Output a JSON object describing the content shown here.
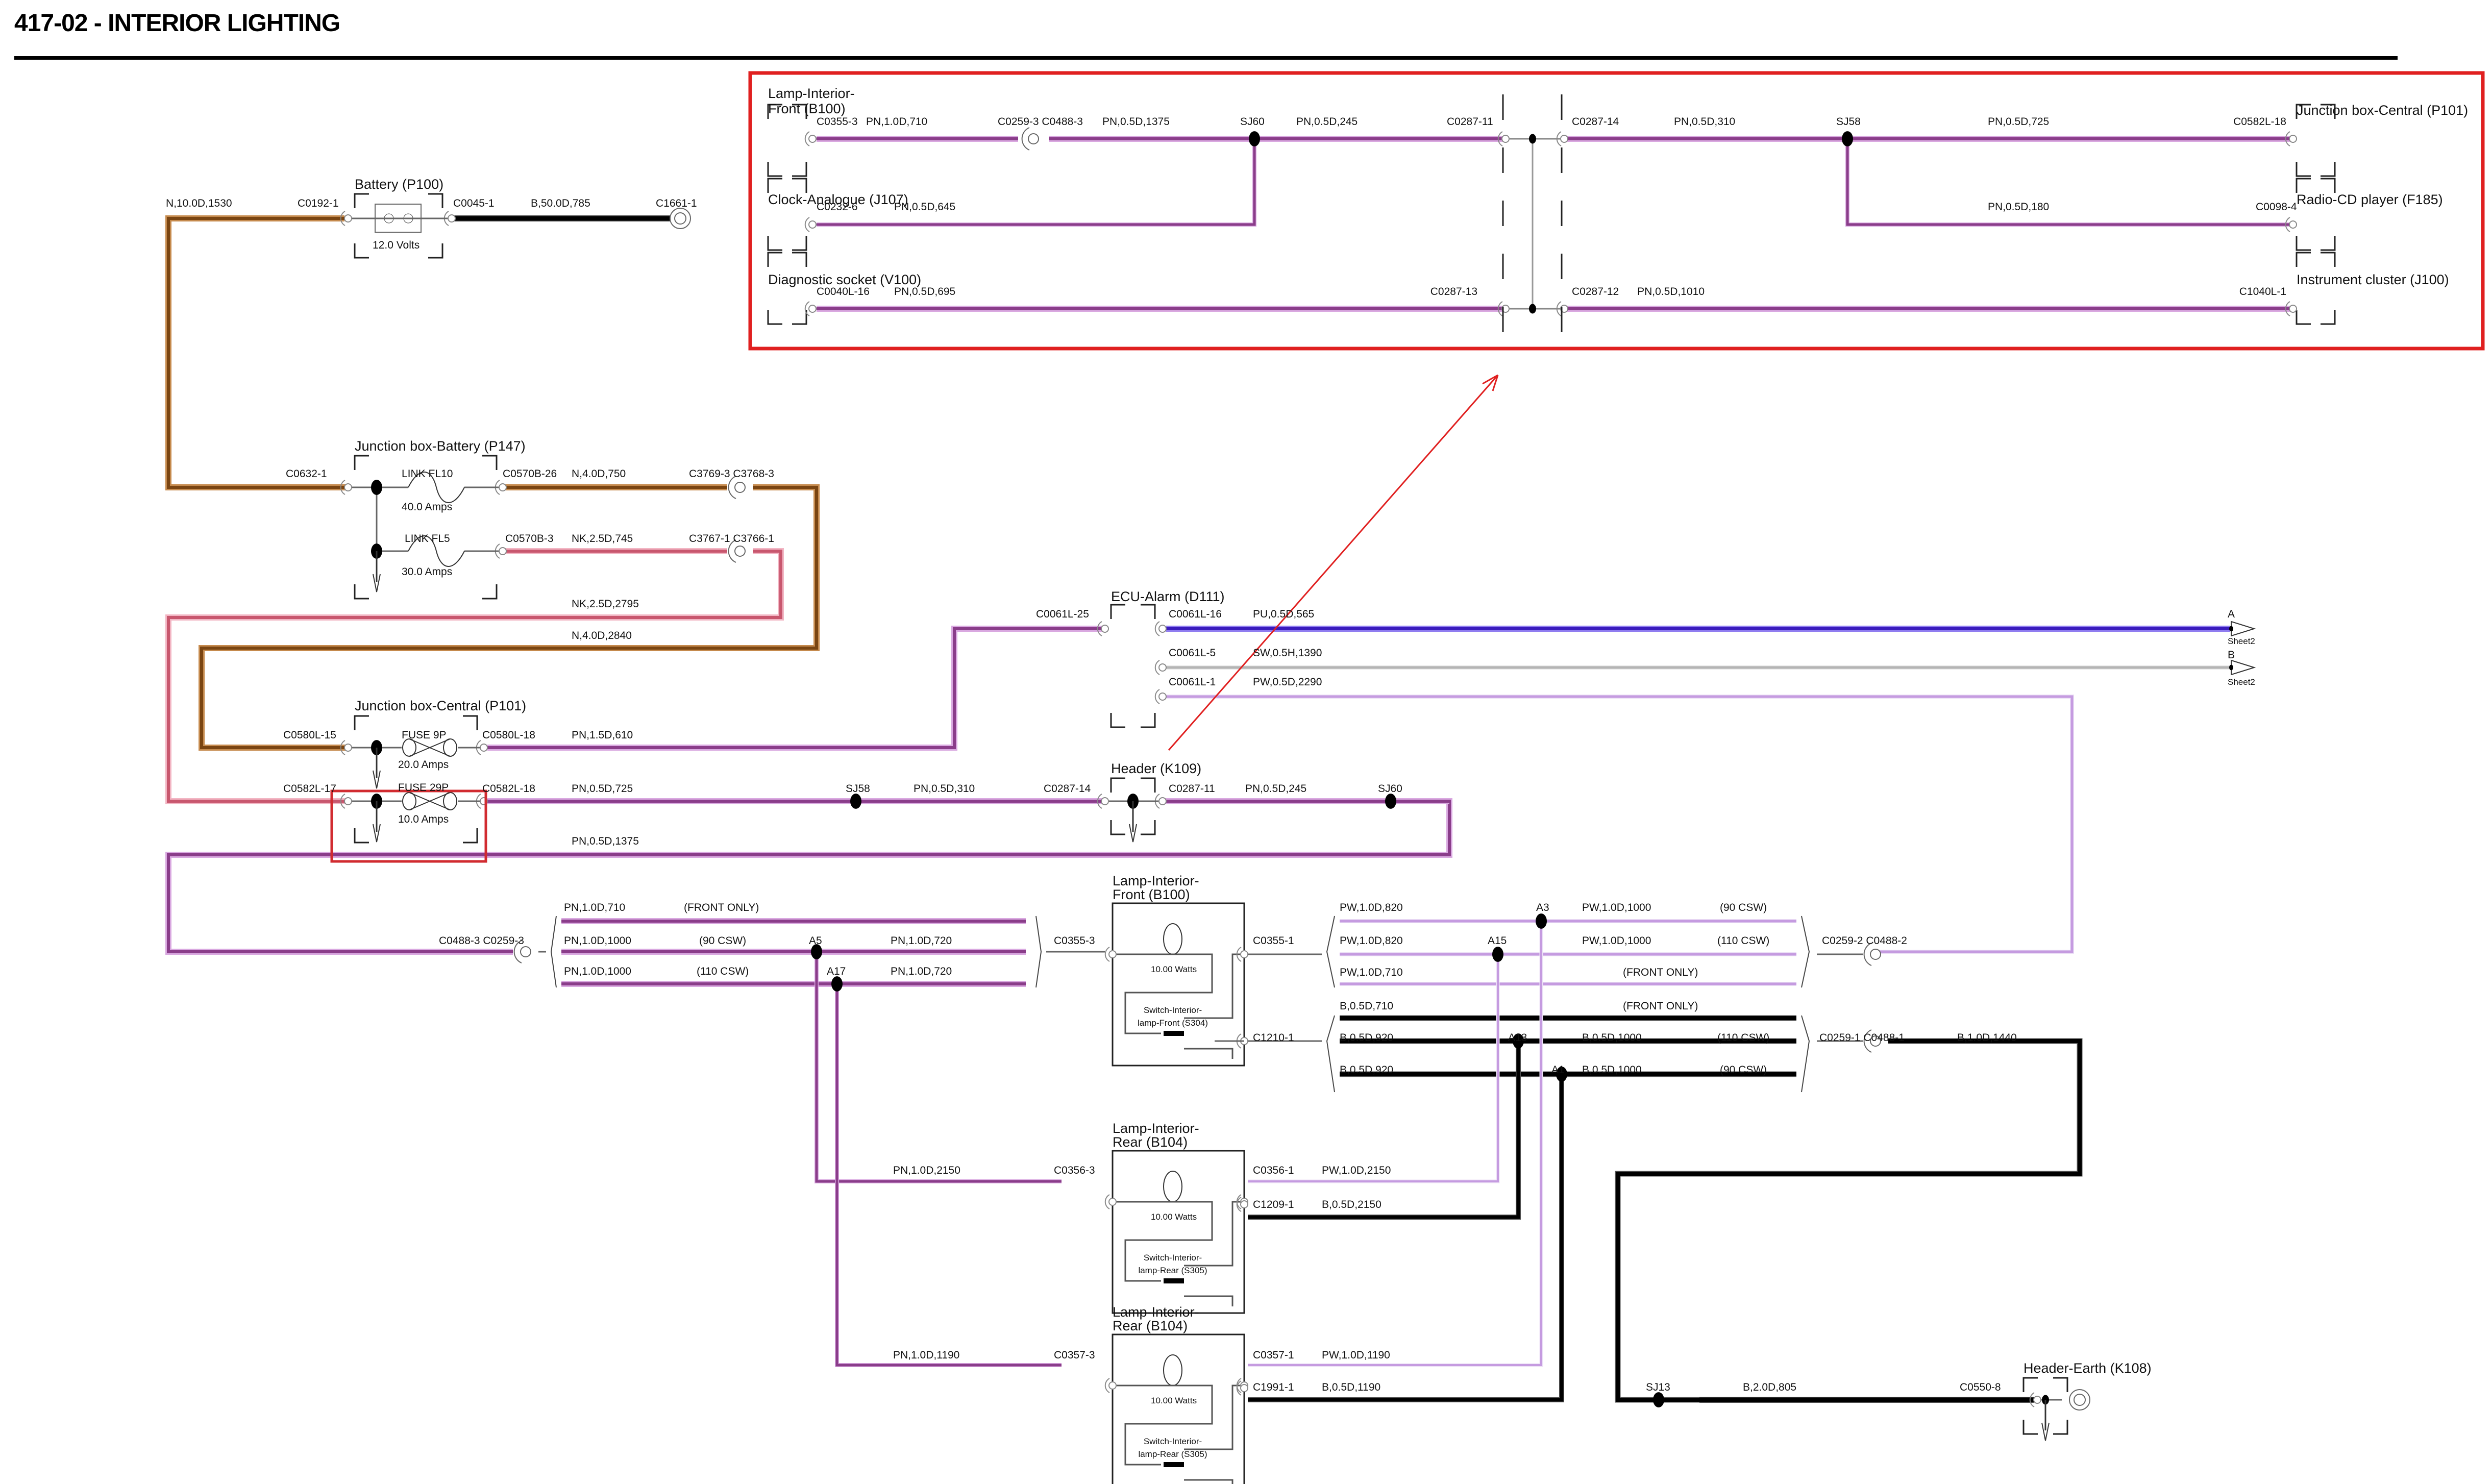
{
  "header": {
    "title": "417-02 - INTERIOR LIGHTING"
  },
  "colors": {
    "N": "#7a4512",
    "NK": "#c8576e",
    "PN": "#8a3d8a",
    "PW": "#c59be0",
    "PU": "#3a1bbd",
    "SW": "#b4b4b4",
    "B": "#000000",
    "highlight": "#e02020"
  },
  "components": [
    {
      "id": "battery",
      "name": "Battery (P100)",
      "note": "12.0 Volts"
    },
    {
      "id": "jb-battery",
      "name": "Junction box-Battery (P147)"
    },
    {
      "id": "jb-central",
      "name": "Junction box-Central (P101)"
    },
    {
      "id": "ecu-alarm",
      "name": "ECU-Alarm (D111)"
    },
    {
      "id": "header-k109",
      "name": "Header (K109)"
    },
    {
      "id": "lamp-front",
      "name1": "Lamp-Interior-",
      "name2": "Front (B100)",
      "watts": "10.00 Watts",
      "switch1": "Switch-Interior-",
      "switch2": "lamp-Front (S304)"
    },
    {
      "id": "lamp-rear-1",
      "name1": "Lamp-Interior-",
      "name2": "Rear (B104)",
      "watts": "10.00 Watts",
      "switch1": "Switch-Interior-",
      "switch2": "lamp-Rear (S305)"
    },
    {
      "id": "lamp-rear-2",
      "name1": "Lamp-Interior-",
      "name2": "Rear (B104)",
      "watts": "10.00 Watts",
      "switch1": "Switch-Interior-",
      "switch2": "lamp-Rear (S305)"
    },
    {
      "id": "header-earth",
      "name": "Header-Earth (K108)"
    }
  ],
  "fuses": [
    {
      "name": "LINK FL10",
      "rating": "40.0 Amps"
    },
    {
      "name": "LINK FL5",
      "rating": "30.0 Amps"
    },
    {
      "name": "FUSE 9P",
      "rating": "20.0 Amps"
    },
    {
      "name": "FUSE 29P",
      "rating": "10.0 Amps"
    }
  ],
  "inset": {
    "components": [
      "Lamp-Interior-",
      "Front (B100)",
      "Clock-Analogue (J107)",
      "Diagnostic socket (V100)",
      "Junction box-Central (P101)",
      "Radio-CD player (F185)",
      "Instrument cluster (J100)"
    ],
    "labels": [
      "C0355-3",
      "PN,1.0D,710",
      "C0259-3 C0488-3",
      "PN,0.5D,1375",
      "SJ60",
      "PN,0.5D,245",
      "C0287-11",
      "C0287-14",
      "PN,0.5D,310",
      "SJ58",
      "PN,0.5D,725",
      "C0582L-18",
      "C0232-6",
      "PN,0.5D,645",
      "PN,0.5D,180",
      "C0098-4",
      "C0040L-16",
      "PN,0.5D,695",
      "C0287-13",
      "C0287-12",
      "PN,0.5D,1010",
      "C1040L-1"
    ]
  },
  "labels": {
    "battery": [
      "N,10.0D,1530",
      "C0192-1",
      "C0045-1",
      "B,50.0D,785",
      "C1661-1"
    ],
    "jb_battery": [
      "C0632-1",
      "C0570B-26",
      "N,4.0D,750",
      "C3769-3 C3768-3",
      "C0570B-3",
      "NK,2.5D,745",
      "C3767-1 C3766-1",
      "NK,2.5D,2795",
      "N,4.0D,2840"
    ],
    "jb_central": [
      "C0580L-15",
      "C0580L-18",
      "PN,1.5D,610",
      "C0582L-17",
      "C0582L-18",
      "PN,0.5D,725",
      "SJ58",
      "PN,0.5D,310",
      "C0287-14",
      "PN,0.5D,1375"
    ],
    "ecu": [
      "C0061L-25",
      "C0061L-16",
      "PU,0.5D,565",
      "C0061L-5",
      "SW,0.5H,1390",
      "C0061L-1",
      "PW,0.5D,2290",
      "A",
      "Sheet2",
      "B",
      "Sheet2"
    ],
    "header_k109": [
      "C0287-11",
      "PN,0.5D,245",
      "SJ60"
    ],
    "harness_left": [
      "PN,1.0D,710",
      "(FRONT ONLY)",
      "C0488-3 C0259-3",
      "PN,1.0D,1000",
      "(90 CSW)",
      "A5",
      "PN,1.0D,720",
      "PN,1.0D,1000",
      "(110 CSW)",
      "A17",
      "PN,1.0D,720",
      "C0355-3"
    ],
    "harness_right": [
      "C0355-1",
      "PW,1.0D,820",
      "A3",
      "PW,1.0D,1000",
      "(90 CSW)",
      "PW,1.0D,820",
      "A15",
      "PW,1.0D,1000",
      "(110 CSW)",
      "C0259-2 C0488-2",
      "PW,1.0D,710",
      "(FRONT ONLY)",
      "B,0.5D,710",
      "(FRONT ONLY)",
      "C1210-1",
      "B,0.5D,920",
      "A13",
      "B,0.5D,1000",
      "(110 CSW)",
      "C0259-1 C0488-1",
      "B,1.0D,1440",
      "B,0.5D,920",
      "A1",
      "B,0.5D,1000",
      "(90 CSW)"
    ],
    "rear1": [
      "PN,1.0D,2150",
      "C0356-3",
      "C0356-1",
      "PW,1.0D,2150",
      "C1209-1",
      "B,0.5D,2150"
    ],
    "rear2": [
      "PN,1.0D,1190",
      "C0357-3",
      "C0357-1",
      "PW,1.0D,1190",
      "C1991-1",
      "B,0.5D,1190"
    ],
    "earth": [
      "SJ13",
      "B,2.0D,805",
      "C0550-8"
    ]
  }
}
